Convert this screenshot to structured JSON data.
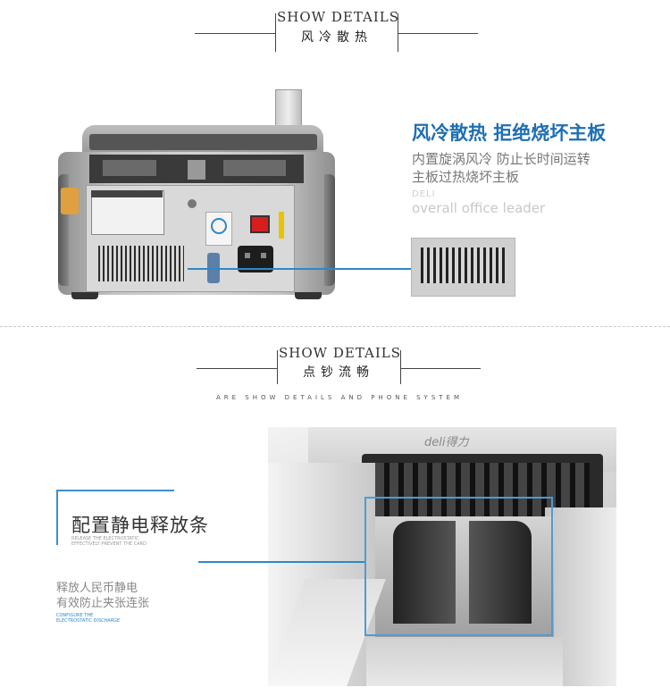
{
  "section1": {
    "header_en": "SHOW DETAILS",
    "header_cn": "风冷散热",
    "feature_title": "风冷散热 拒绝烧坏主板",
    "feature_desc_line1": "内置旋涡风冷 防止长时间运转",
    "feature_desc_line2": "主板过热烧坏主板",
    "brand_small": "DELI",
    "slogan": "overall office leader"
  },
  "section2": {
    "header_en": "SHOW DETAILS",
    "header_cn": "点钞流畅",
    "tagline": "ARE SHOW DETAILS AND PHONE SYSTEM",
    "feature_title": "配置静电释放条",
    "feature_en_line1": "RELEASE THE ELECTROSTATIC",
    "feature_en_line2": "EFFECTIVELY PREVENT THE CARD",
    "feature_desc_line1": "释放人民币静电",
    "feature_desc_line2": "有效防止夹张连张",
    "footer_en_line1": "CONFIGURE THE",
    "footer_en_line2": "ELECTROSTATIC DISCHARGE",
    "brand_logo": "deli得力"
  },
  "colors": {
    "accent_blue": "#2e87c8",
    "title_blue": "#1f6fb2",
    "text_gray": "#777777",
    "red_switch": "#d61e1e"
  }
}
